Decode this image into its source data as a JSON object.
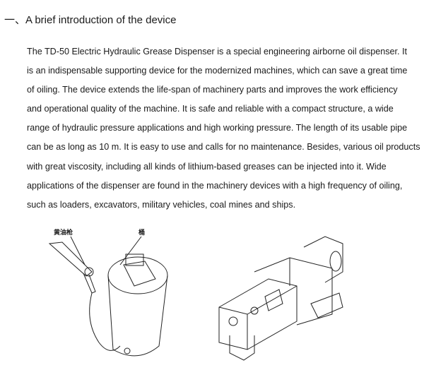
{
  "heading": "一、A brief introduction of the device",
  "paragraph": [
    "The TD-50 Electric Hydraulic Grease Dispenser is a special engineering airborne oil dispenser. It",
    "is an indispensable supporting device for the modernized machines, which can save a great time",
    "of oiling. The device extends the life-span of machinery parts and improves the work efficiency",
    "and operational quality of the machine. It is safe and reliable with a compact structure, a wide",
    "range of hydraulic pressure applications and high working pressure. The length of its usable pipe",
    "can be as long as 10 m. It is easy to use and calls for no maintenance. Besides, various oil products",
    "with great viscosity, including all kinds of lithium-based greases can be injected into it. Wide",
    "applications of the dispenser are found in the machinery devices with a high frequency of oiling,",
    "such as loaders, excavators, military vehicles, coal mines and ships."
  ],
  "figure_labels": {
    "grease_gun": "黄油枪",
    "bucket": "桶"
  }
}
